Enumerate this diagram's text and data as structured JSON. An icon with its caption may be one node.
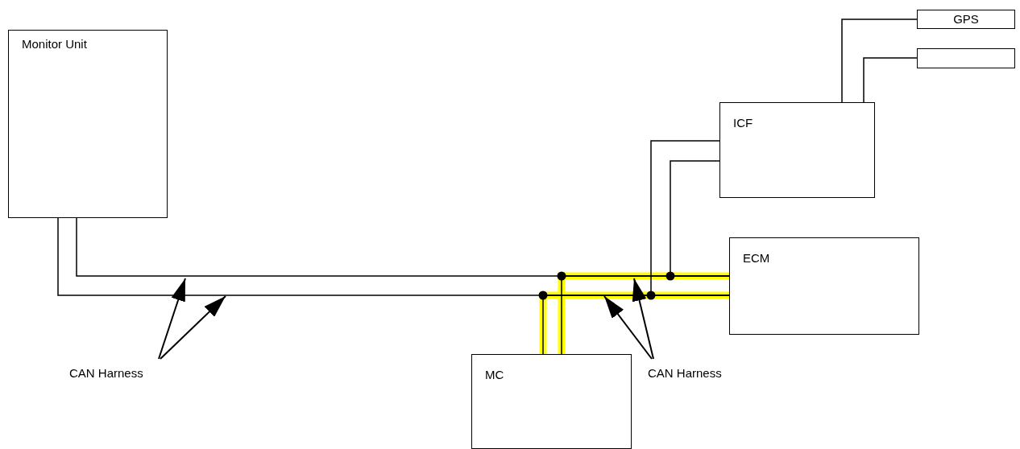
{
  "diagram": {
    "nodes": [
      {
        "text": [
          "Monitor Unit"
        ]
      },
      {
        "text": [
          "GPS"
        ]
      },
      {
        "text": [],
        "shape": "box"
      },
      {
        "text": [
          "ICF"
        ]
      },
      {
        "text": [
          "ECM"
        ]
      },
      {
        "text": [
          "CAN Harness"
        ]
      },
      {
        "text": [
          "MC"
        ]
      },
      {
        "text": [
          "CAN Harness"
        ]
      }
    ],
    "edges": [
      {
        "from": 0,
        "to": 4,
        "arrow": "none"
      },
      {
        "from": 0,
        "to": 4,
        "arrow": "none"
      },
      {
        "from": 6,
        "to": 4,
        "arrow": "none",
        "style": "thick",
        "color": "#ffff00"
      },
      {
        "from": 6,
        "to": 4,
        "arrow": "none",
        "style": "thick",
        "color": "#ffff00"
      },
      {
        "from": 3,
        "to": 4,
        "arrow": "none"
      },
      {
        "from": 3,
        "to": 4,
        "arrow": "none"
      },
      {
        "from": 3,
        "to": 1,
        "arrow": "none"
      },
      {
        "from": 3,
        "to": 2,
        "arrow": "none"
      },
      {
        "from": 5,
        "to": null,
        "arrow": "to"
      },
      {
        "from": 5,
        "to": null,
        "arrow": "to"
      },
      {
        "from": 7,
        "to": null,
        "arrow": "to"
      },
      {
        "from": 7,
        "to": null,
        "arrow": "to"
      }
    ]
  }
}
